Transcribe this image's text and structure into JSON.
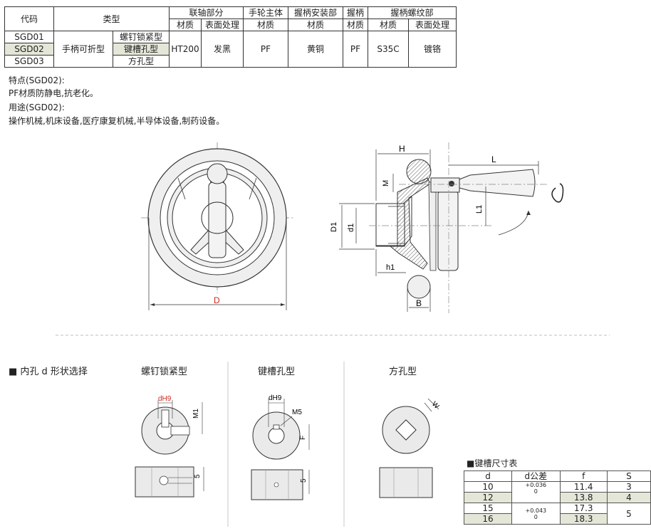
{
  "spec_table": {
    "headers": {
      "code": "代码",
      "type": "类型",
      "coupling": "联轴部分",
      "wheel_body": "手轮主体",
      "grip_mount": "握柄安装部",
      "grip": "握柄",
      "grip_thread": "握柄螺纹部"
    },
    "subheaders": {
      "material": "材质",
      "surface": "表面处理"
    },
    "rows": [
      {
        "code": "SGD01",
        "subtype": "螺钉锁紧型"
      },
      {
        "code": "SGD02",
        "subtype": "键槽孔型"
      },
      {
        "code": "SGD03",
        "subtype": "方孔型"
      }
    ],
    "type_name": "手柄可折型",
    "coupling_material": "HT200",
    "coupling_surface": "发黑",
    "wheel_material": "PF",
    "grip_mount_material": "黄铜",
    "grip_material": "PF",
    "thread_material": "S35C",
    "thread_surface": "镀铬"
  },
  "features": {
    "line1": "特点(SGD02):",
    "line2": "PF材质防静电,抗老化。",
    "line3": "用途(SGD02):",
    "line4": "操作机械,机床设备,医疗康复机械,半导体设备,制药设备。"
  },
  "drawing": {
    "dim_D": "D",
    "dim_H": "H",
    "dim_L": "L",
    "dim_M": "M",
    "dim_L1": "L1",
    "dim_D1": "D1",
    "dim_d1": "d1",
    "dim_h1": "h1",
    "dim_B": "B"
  },
  "bore_section": {
    "title": "■ 内孔 d 形状选择",
    "type1": "螺钉锁紧型",
    "type2": "键槽孔型",
    "type3": "方孔型",
    "d_h9": "dH9",
    "m1": "M1",
    "m5": "M5",
    "f": "F",
    "w": "W",
    "five": "5"
  },
  "key_table": {
    "title": "■键槽尺寸表",
    "headers": [
      "d",
      "d公差",
      "f",
      "S"
    ],
    "rows": [
      {
        "d": "10",
        "f": "11.4",
        "s": "3"
      },
      {
        "d": "12",
        "f": "13.8",
        "s": "4"
      },
      {
        "d": "15",
        "f": "17.3",
        "s": "5"
      },
      {
        "d": "16",
        "f": "18.3",
        "s": ""
      }
    ],
    "tol1_upper": "+0.036",
    "tol1_lower": "0",
    "tol2_upper": "+0.043",
    "tol2_lower": "0"
  },
  "colors": {
    "highlight": "#e4e7d8",
    "red_dim": "#d0281e",
    "part_fill": "#eeeeee"
  }
}
